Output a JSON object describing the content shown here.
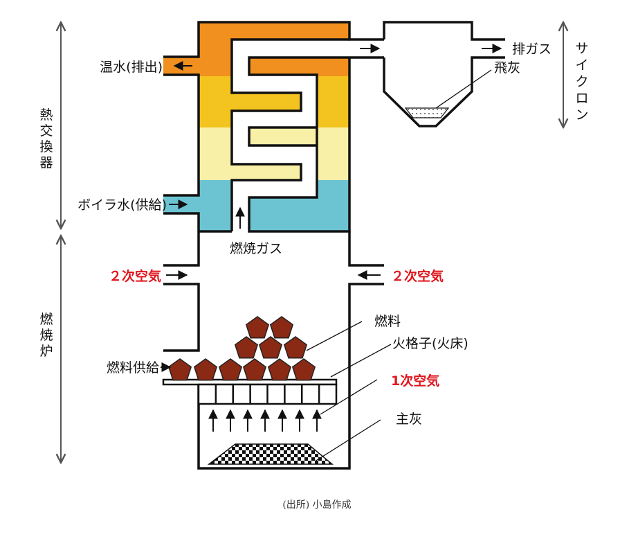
{
  "labels": {
    "hot_water_out": "温水(排出)",
    "boiler_water_in": "ボイラ水(供給)",
    "heat_exchanger": "熱交換器",
    "furnace": "燃焼炉",
    "cyclone": "サイクロン",
    "exhaust_gas": "排ガス",
    "fly_ash": "飛灰",
    "combustion_gas": "燃焼ガス",
    "secondary_air_left": "２次空気",
    "secondary_air_right": "２次空気",
    "fuel": "燃料",
    "grate": "火格子(火床)",
    "primary_air": "1次空気",
    "bottom_ash": "主灰",
    "fuel_supply": "燃料供給"
  },
  "caption": "(出所) 小島作成",
  "colors": {
    "zone_hot": "#f18f1f",
    "zone_warm": "#f3c31f",
    "zone_mild": "#f7f0a6",
    "zone_cool": "#6cc4d3",
    "fuel_fill": "#8a2a14",
    "accent_red": "#e0161e"
  }
}
